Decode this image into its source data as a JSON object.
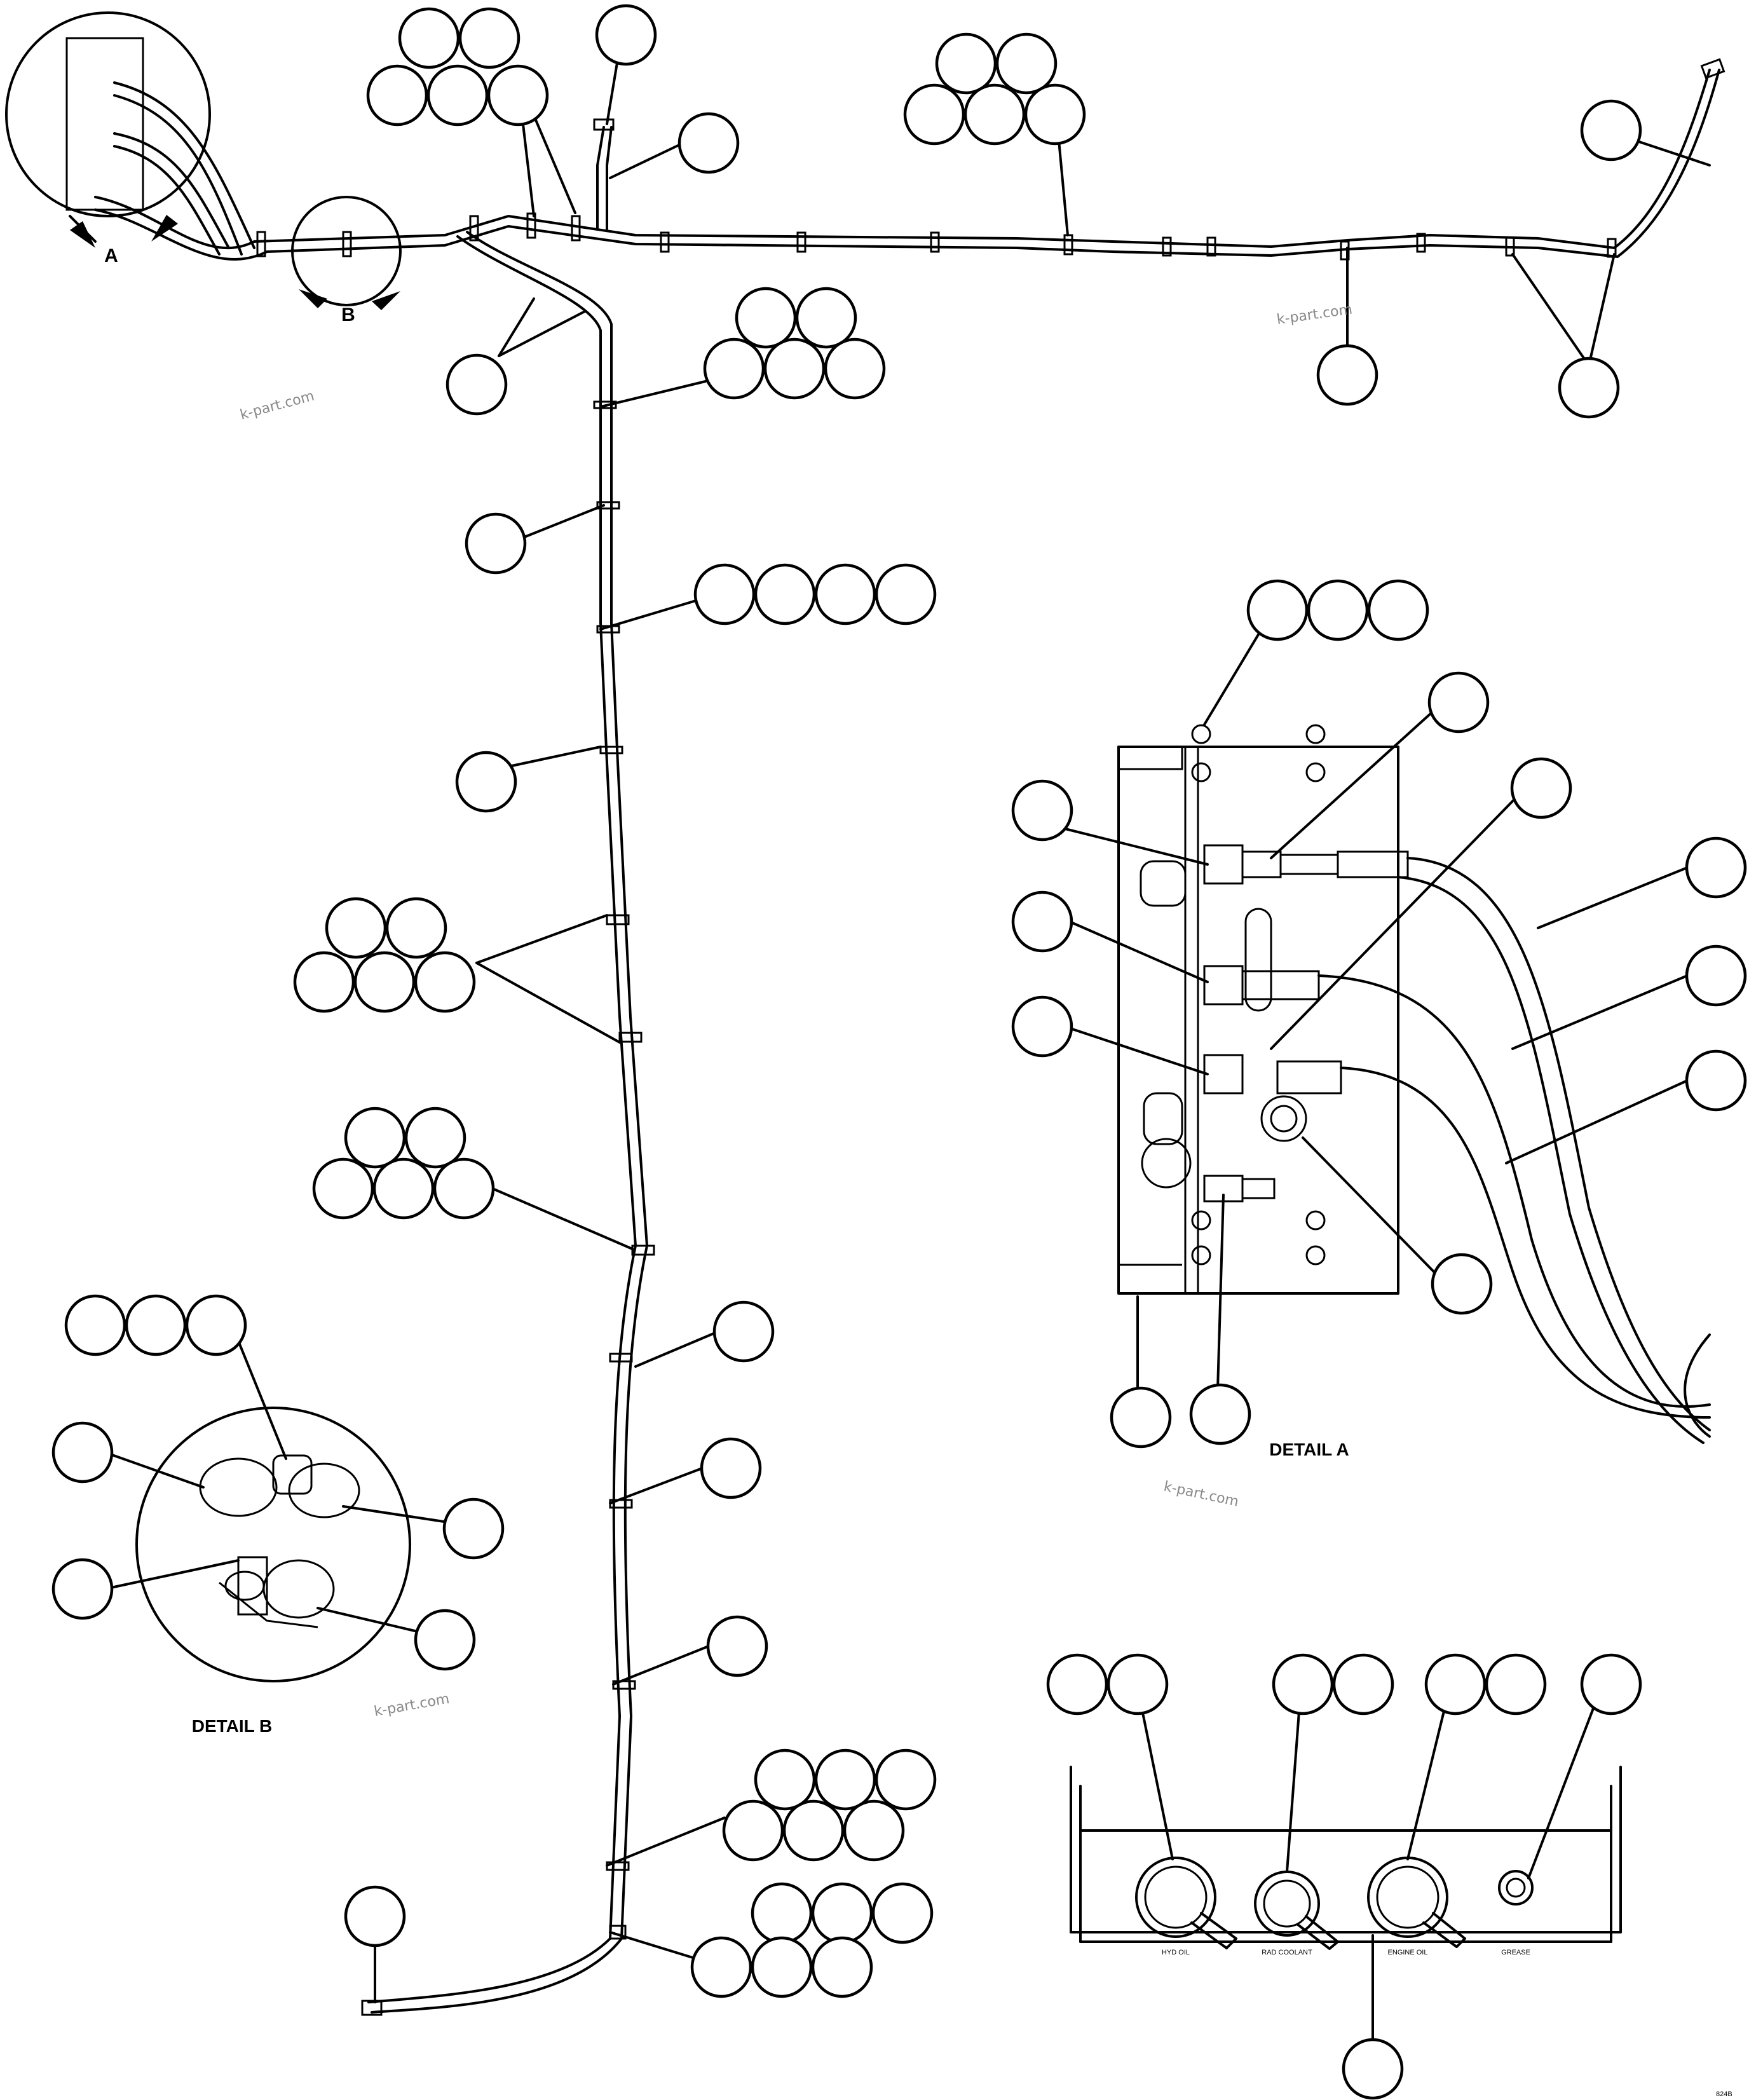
{
  "views": {
    "detail_a": {
      "marker": "A",
      "title": "DETAIL A"
    },
    "detail_b": {
      "marker": "B",
      "title": "DETAIL B"
    }
  },
  "panel_labels": [
    "HYD OIL",
    "RAD COOLANT",
    "ENGINE OIL",
    "GREASE"
  ],
  "watermarks": [
    "k-part.com",
    "k-part.com",
    "k-part.com",
    "k-part.com"
  ],
  "drawing_number": "824B"
}
